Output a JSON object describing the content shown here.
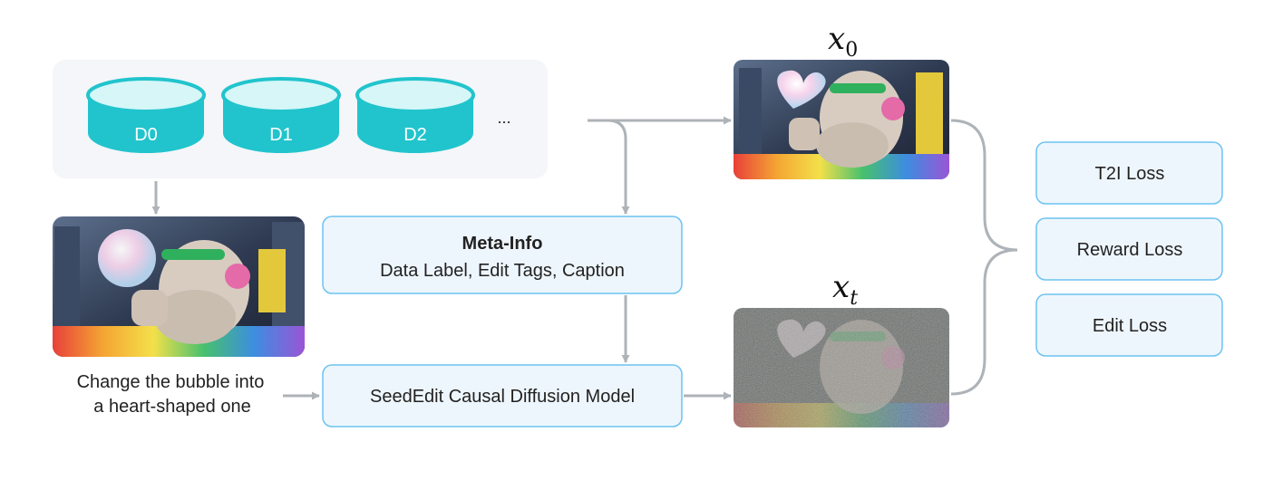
{
  "datasets": [
    {
      "label": "D0"
    },
    {
      "label": "D1"
    },
    {
      "label": "D2"
    }
  ],
  "datasets_more": "...",
  "instruction": {
    "line1": "Change the bubble into",
    "line2": "a heart-shaped one"
  },
  "meta_info": {
    "title": "Meta-Info",
    "subtitle": "Data Label, Edit Tags, Caption"
  },
  "model": {
    "label": "SeedEdit Causal Diffusion Model"
  },
  "outputs": {
    "x0": {
      "base": "x",
      "sub": "0"
    },
    "xt": {
      "base": "x",
      "sub": "t"
    }
  },
  "losses": [
    {
      "label": "T2I Loss"
    },
    {
      "label": "Reward Loss"
    },
    {
      "label": "Edit Loss"
    }
  ],
  "colors": {
    "cylinder": "#21c4cc",
    "cylinder_top": "#d6f6f8",
    "panel_bg": "#f4f6f9",
    "box_fill": "#eef6fd",
    "box_stroke": "#6cc3f0",
    "arrow": "#aeb3b8"
  },
  "icons": {
    "source_image": "statue-bubble-photo",
    "x0_image": "statue-heart-bubble-photo",
    "xt_image": "noisy-statue-photo"
  }
}
